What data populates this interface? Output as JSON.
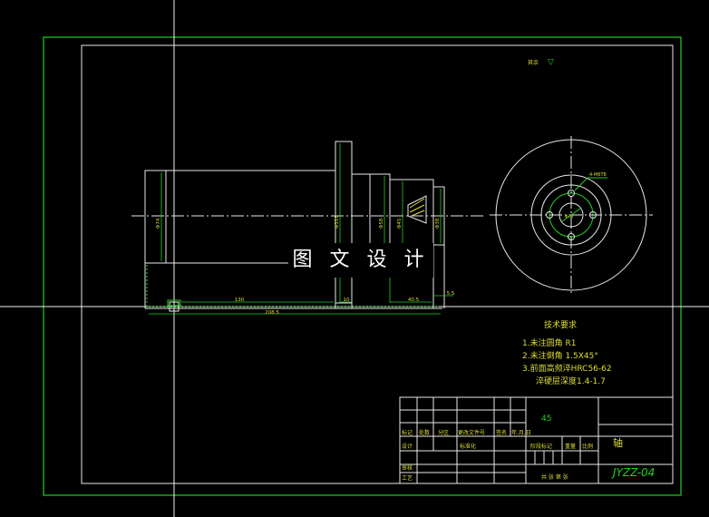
{
  "watermark": "图 文 设 计",
  "roughness_note": {
    "label": "其余",
    "symbol": "▽"
  },
  "tech_requirements": {
    "title": "技术要求",
    "items": [
      "1.未注圆角 R1",
      "2.未注倒角 1.5X45°",
      "3.前面高频淬HRC56-62",
      "淬硬层深度1.4-1.7"
    ]
  },
  "dimensions": {
    "overall_length": "208.5",
    "length_130": "130",
    "length_10": "10",
    "length_40_5": "40.5",
    "length_5_5": "5.5",
    "dia_1": "Φ74",
    "dia_2": "Φ118",
    "dia_3": "Φ58",
    "dia_4": "Φ45",
    "dia_5": "Φ38"
  },
  "hole_note": "4-M6T8",
  "end_view_dia": "Φ74",
  "title_block": {
    "scale_value": "45",
    "part_name": "轴",
    "drawing_no": "JYZZ-04",
    "row_header": [
      "标记",
      "处数",
      "分区",
      "更改文件号",
      "签名",
      "年.月.日"
    ],
    "design": "设计",
    "standardization": "标准化",
    "stage_mark": "阶段标记",
    "weight": "重量",
    "ratio": "比例",
    "review": "审核",
    "process": "工艺",
    "sheet_info": "共  张  第  张"
  }
}
